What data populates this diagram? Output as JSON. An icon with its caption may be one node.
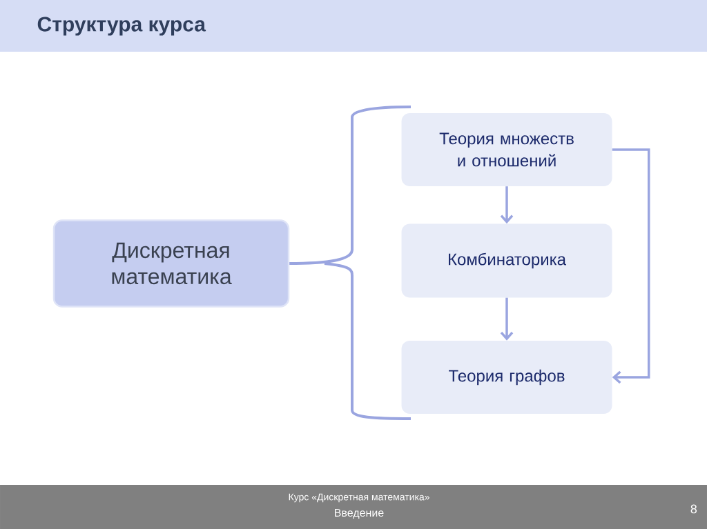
{
  "diagram": {
    "title": "Структура курса",
    "nodes": [
      {
        "text": [
          "Дискретная математика"
        ]
      },
      {
        "text": [
          "Теория множеств и отношений"
        ]
      },
      {
        "text": [
          "Комбинаторика"
        ]
      },
      {
        "text": [
          "Теория графов"
        ]
      }
    ],
    "edges": [
      {
        "from": 1,
        "to": 2,
        "arrow": "to"
      },
      {
        "from": 2,
        "to": 3,
        "arrow": "to"
      },
      {
        "from": 1,
        "to": 3,
        "arrow": "to"
      }
    ],
    "labels": [
      "Курс «Дискретная математика»",
      "Введение",
      "8"
    ]
  }
}
